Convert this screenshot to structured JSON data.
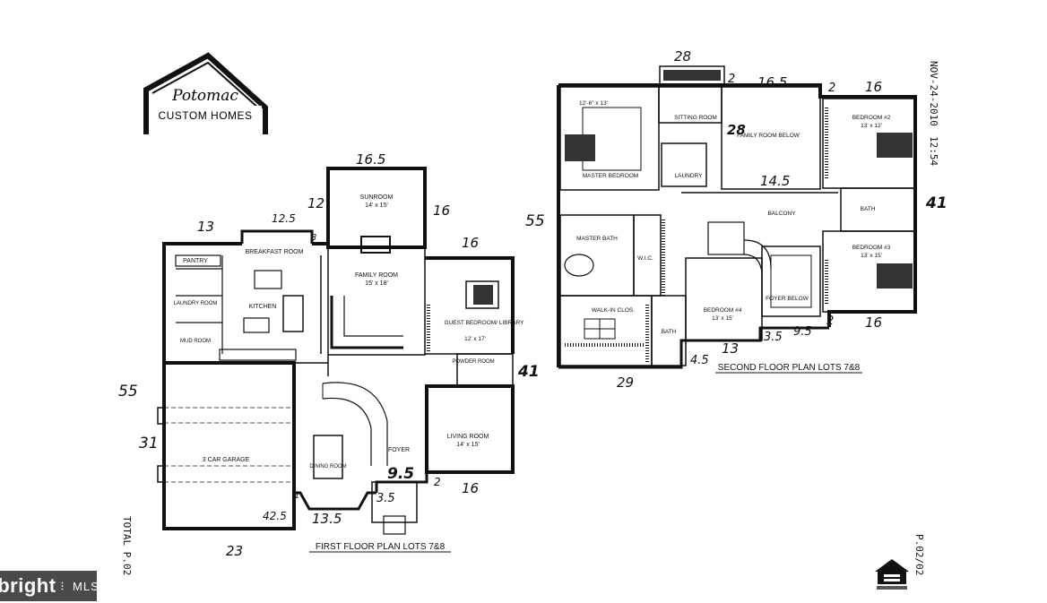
{
  "logo": {
    "line1": "Potomac",
    "line2": "CUSTOM HOMES"
  },
  "fax_stamp": {
    "date": "NOV-24-2010",
    "time": "12:54",
    "page": "P.02/02",
    "total": "TOTAL P.02"
  },
  "first_floor": {
    "caption": "FIRST FLOOR PLAN  LOTS 7&8",
    "rooms": {
      "sunroom": "SUNROOM",
      "sunroom_dim": "14' x 15'",
      "breakfast": "BREAKFAST ROOM",
      "pantry": "PANTRY",
      "laundry": "LAUNDRY ROOM",
      "mud": "MUD ROOM",
      "kitchen": "KITCHEN",
      "family": "FAMILY ROOM",
      "family_dim": "15' x 18'",
      "guest": "GUEST BEDROOM/ LIBRARY",
      "guest_dim": "12' x 17'",
      "powder": "POWDER ROOM",
      "living": "LIVING ROOM",
      "living_dim": "14' x 15'",
      "foyer": "FOYER",
      "dining": "DINING ROOM",
      "garage": "3 CAR GARAGE"
    },
    "notes": {
      "n_13": "13",
      "n_12a": "12.5",
      "n_12b": "12",
      "n_3a": "3",
      "n_165": "16.5",
      "n_16a": "16",
      "n_16b": "16",
      "n_55": "55",
      "n_41": "41",
      "n_31": "31",
      "n_95": "9.5",
      "n_2": "2",
      "n_16c": "16",
      "n_35": "3.5",
      "n_135": "13.5",
      "n_425": "42.5",
      "n_23": "23",
      "n_1": "1"
    }
  },
  "second_floor": {
    "caption": "SECOND FLOOR PLAN  LOTS 7&8",
    "rooms": {
      "master_dim": "12'-6\" x 13'",
      "sitting": "SITTING ROOM",
      "family_below": "FAMILY ROOM BELOW",
      "bedroom2": "BEDROOM #2",
      "bedroom2_dim": "13' x 12'",
      "master": "MASTER BEDROOM",
      "laundry": "LAUNDRY",
      "balcony": "BALCONY",
      "bath_a": "BATH",
      "master_bath": "MASTER BATH",
      "wic": "W.I.C.",
      "bedroom3": "BEDROOM #3",
      "bedroom3_dim": "13' x 15'",
      "walkin": "WALK-IN CLOS.",
      "bedroom4": "BEDROOM #4",
      "bedroom4_dim": "13' x 15'",
      "foyer_below": "FOYER BELOW",
      "bath_b": "BATH"
    },
    "notes": {
      "n_28": "28",
      "n_2a": "2",
      "n_165": "16.5",
      "n_2b": "2",
      "n_16": "16",
      "n_28b": "28",
      "n_145": "14.5",
      "n_55": "55",
      "n_41": "41",
      "n_2c": "2",
      "n_16b": "16",
      "n_13": "13",
      "n_35": "3.5",
      "n_95": "9.5",
      "n_45": "4.5",
      "n_29": "29"
    }
  },
  "badge": {
    "brand": "bright",
    "mls": "MLS"
  }
}
